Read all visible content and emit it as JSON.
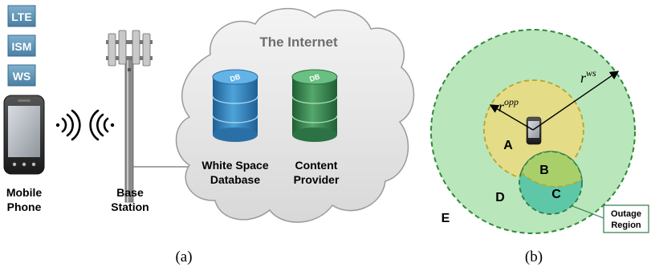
{
  "panel_a": {
    "band_labels": [
      "LTE",
      "ISM",
      "WS"
    ],
    "phone_label_line1": "Mobile",
    "phone_label_line2": "Phone",
    "tower_label_line1": "Base",
    "tower_label_line2": "Station",
    "cloud_title": "The Internet",
    "db1_icon_text": "DB",
    "db2_icon_text": "DB",
    "db1_label_line1": "White Space",
    "db1_label_line2": "Database",
    "db2_label_line1": "Content",
    "db2_label_line2": "Provider",
    "caption": "(a)"
  },
  "panel_b": {
    "r_opp_base": "r",
    "r_opp_sup": "opp",
    "r_ws_base": "r",
    "r_ws_sup": "ws",
    "region_a": "A",
    "region_b": "B",
    "region_c": "C",
    "region_d": "D",
    "region_e": "E",
    "outage_line1": "Outage",
    "outage_line2": "Region",
    "caption": "(b)"
  },
  "colors": {
    "band_box": "#5b8fb0",
    "cloud_fill": "#e4e4e4",
    "cloud_stroke": "#9a9a9a",
    "db_blue": "#2f7fb8",
    "db_green": "#3b8a54",
    "outer_circle": "#b8e6b8",
    "outer_stroke": "#2f8a3a",
    "inner_circle": "#e3dc84",
    "inner_stroke": "#b5a42a",
    "outage_circle": "#5cc7a8",
    "outage_stroke": "#2f7a4a",
    "overlap": "#a9cf6a"
  },
  "icons": {
    "phone": "smartphone-icon",
    "signal_out": "signal-waves-icon",
    "tower": "cell-tower-icon",
    "cloud": "cloud-icon",
    "database": "database-icon"
  }
}
